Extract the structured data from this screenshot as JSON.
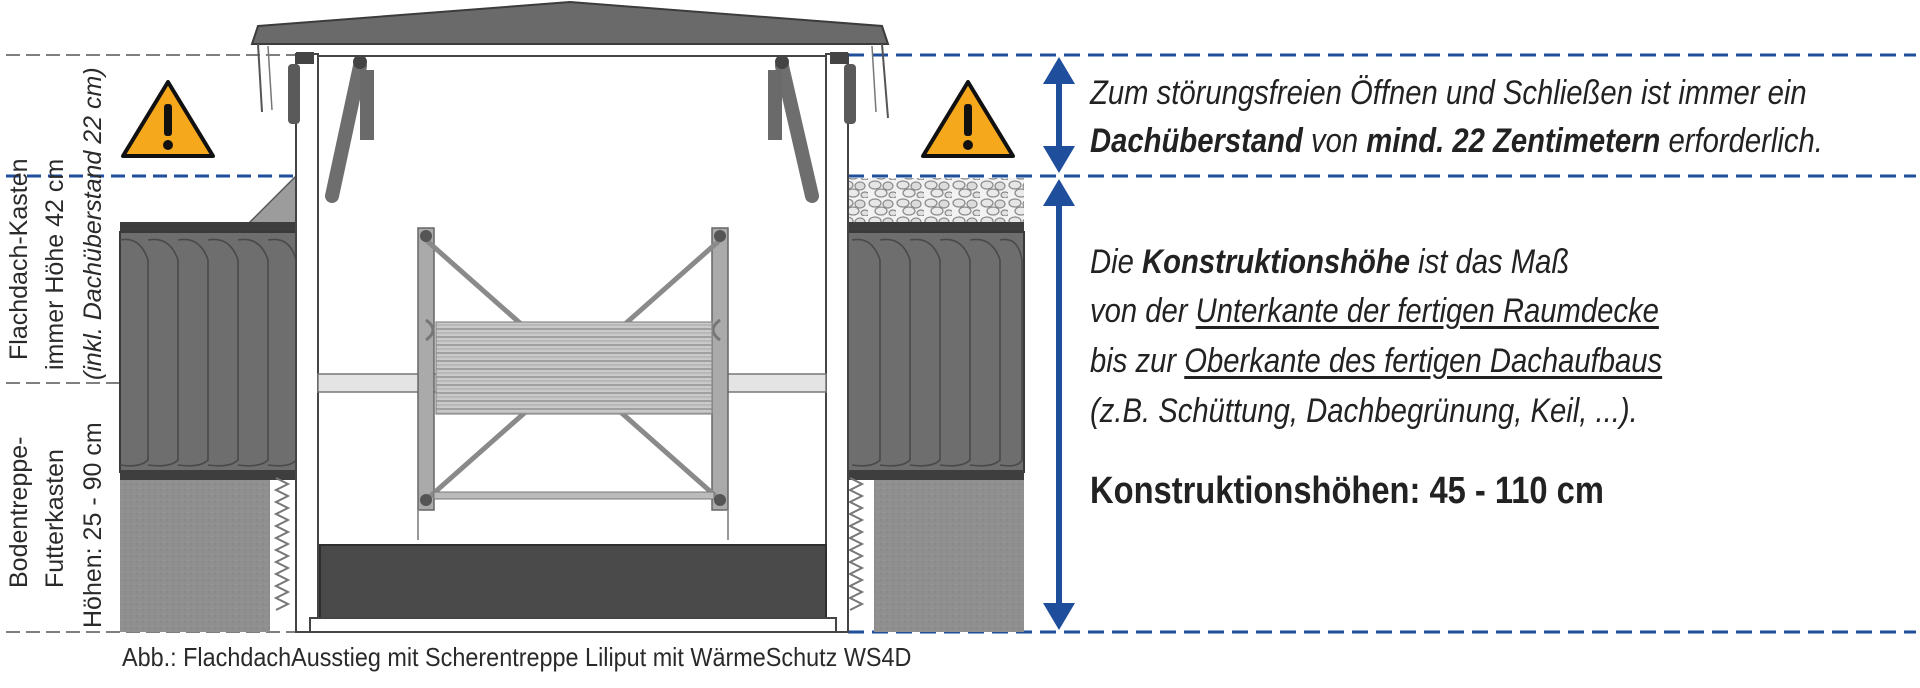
{
  "labels": {
    "flachdach_line1": "Flachdach-Kasten",
    "flachdach_line2": "immer Höhe 42 cm",
    "flachdach_line3": "(inkl. Dachüberstand 22 cm)",
    "boden_line1": "Bodentreppe-",
    "boden_line2": "Futterkasten",
    "boden_line3": "Höhen: 25 - 90 cm"
  },
  "overhang_note": {
    "line1": "Zum störungsfreien Öffnen und Schließen ist immer ein",
    "line2_bold1": "Dachüberstand",
    "line2_mid": " von ",
    "line2_bold2": "mind. 22 Zentimetern",
    "line2_end": " erforderlich."
  },
  "construction_note": {
    "l1_pre": "Die ",
    "l1_bold": "Konstruktionshöhe",
    "l1_post": " ist das Maß",
    "l2_pre": "von der ",
    "l2_u": "Unterkante der fertigen Raumdecke",
    "l3_pre": "bis zur ",
    "l3_u": "Oberkante des fertigen Dachaufbaus",
    "l4": "(z.B. Schüttung, Dachbegrünung, Keil, ...)."
  },
  "heights_headline": "Konstruktionshöhen: 45 - 110 cm",
  "caption": "Abb.: FlachdachAusstieg mit Scherentreppe Liliput mit WärmeSchutz WS4D",
  "icons": {
    "warning": "warning-triangle-icon",
    "dimension": "double-arrow-icon"
  },
  "colors": {
    "accent_blue": "#1f4e9c",
    "warning_yellow": "#f5a81c",
    "insulation": "#6e6e6e",
    "wall": "#8e8e8e"
  }
}
